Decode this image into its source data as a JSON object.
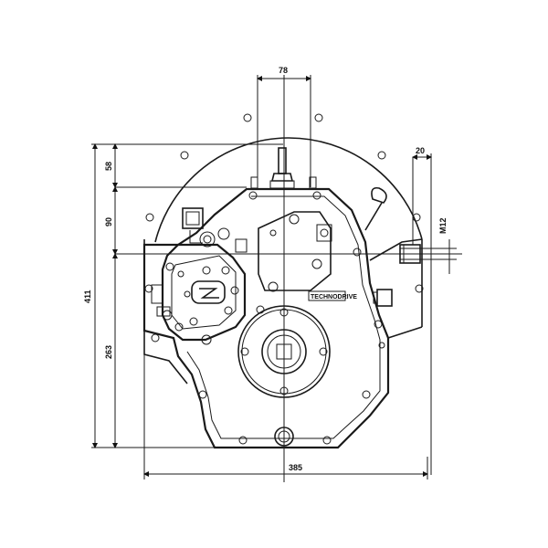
{
  "dimensions": {
    "width_top": "78",
    "offset_right": "20",
    "height_upper": "58",
    "height_mid": "90",
    "height_total": "411",
    "height_lower": "263",
    "width_bottom": "385",
    "thread": "M12"
  },
  "brand_plate": "TECHNODRIVE",
  "colors": {
    "line": "#1a1a1a",
    "background": "#ffffff"
  }
}
